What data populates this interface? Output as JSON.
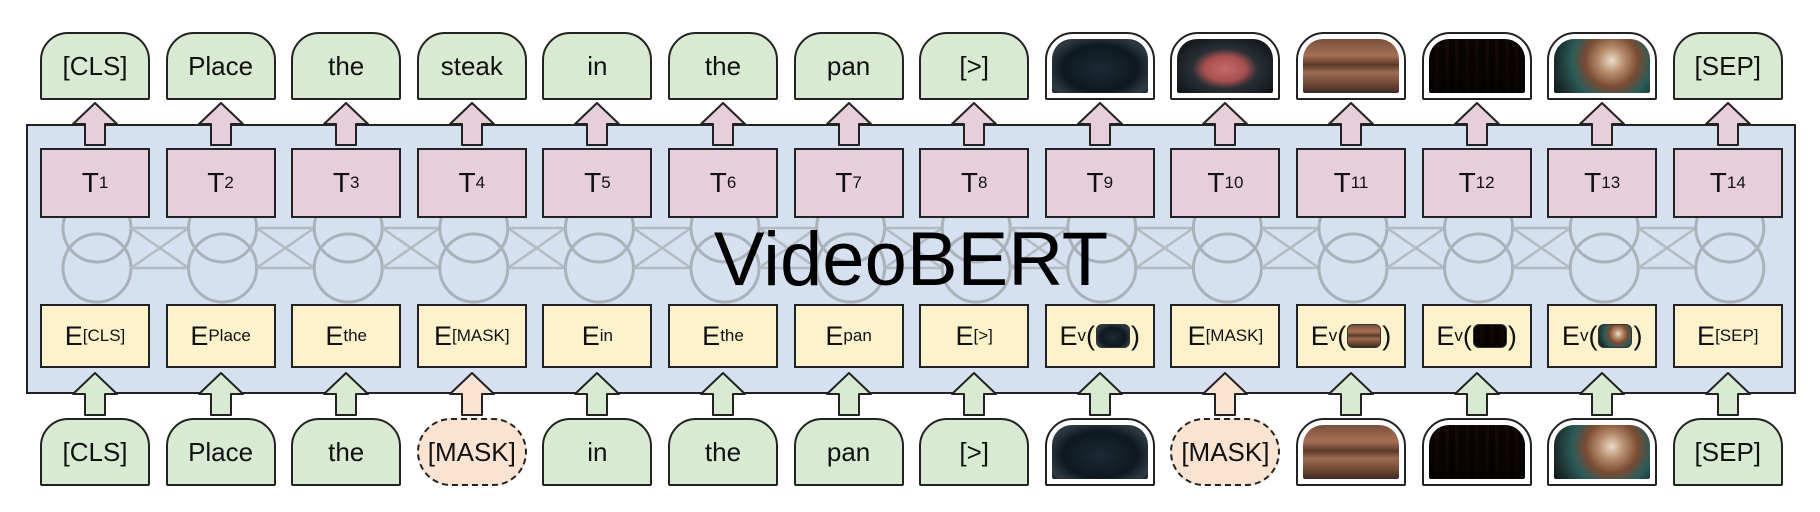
{
  "title": "VideoBERT",
  "colors": {
    "band": "#d5e1f0",
    "text_token": "#d9ead3",
    "output_box": "#e6cfdb",
    "embedding_box": "#fdf2cc",
    "mask_token": "#fbe3d1",
    "arrow_input": "#d9ead3",
    "arrow_mask": "#fbe3d1",
    "arrow_output": "#e6cfdb"
  },
  "columns": [
    {
      "output_token": "[CLS]",
      "output_image": null,
      "t_main": "T",
      "t_sub": "1",
      "e_main": "E",
      "e_sub": "[CLS]",
      "e_image": null,
      "input_token": "[CLS]",
      "input_image": null,
      "input_masked": false
    },
    {
      "output_token": "Place",
      "output_image": null,
      "t_main": "T",
      "t_sub": "2",
      "e_main": "E",
      "e_sub": "Place",
      "e_image": null,
      "input_token": "Place",
      "input_image": null,
      "input_masked": false
    },
    {
      "output_token": "the",
      "output_image": null,
      "t_main": "T",
      "t_sub": "3",
      "e_main": "E",
      "e_sub": "the",
      "e_image": null,
      "input_token": "the",
      "input_image": null,
      "input_masked": false
    },
    {
      "output_token": "steak",
      "output_image": null,
      "t_main": "T",
      "t_sub": "4",
      "e_main": "E",
      "e_sub": "[MASK]",
      "e_image": null,
      "input_token": "[MASK]",
      "input_image": null,
      "input_masked": true
    },
    {
      "output_token": "in",
      "output_image": null,
      "t_main": "T",
      "t_sub": "5",
      "e_main": "E",
      "e_sub": "in",
      "e_image": null,
      "input_token": "in",
      "input_image": null,
      "input_masked": false
    },
    {
      "output_token": "the",
      "output_image": null,
      "t_main": "T",
      "t_sub": "6",
      "e_main": "E",
      "e_sub": "the",
      "e_image": null,
      "input_token": "the",
      "input_image": null,
      "input_masked": false
    },
    {
      "output_token": "pan",
      "output_image": null,
      "t_main": "T",
      "t_sub": "7",
      "e_main": "E",
      "e_sub": "pan",
      "e_image": null,
      "input_token": "pan",
      "input_image": null,
      "input_masked": false
    },
    {
      "output_token": "[>]",
      "output_image": null,
      "t_main": "T",
      "t_sub": "8",
      "e_main": "E",
      "e_sub": "[>]",
      "e_image": null,
      "input_token": "[>]",
      "input_image": null,
      "input_masked": false
    },
    {
      "output_token": "",
      "output_image": "img-pan",
      "t_main": "T",
      "t_sub": "9",
      "e_main": "E",
      "e_sub": "v",
      "e_image": "img-pan",
      "input_token": "",
      "input_image": "img-pan",
      "input_masked": false
    },
    {
      "output_token": "",
      "output_image": "img-steak-pan",
      "t_main": "T",
      "t_sub": "10",
      "e_main": "E",
      "e_sub": "[MASK]",
      "e_image": null,
      "input_token": "[MASK]",
      "input_image": null,
      "input_masked": true
    },
    {
      "output_token": "",
      "output_image": "img-steaks",
      "t_main": "T",
      "t_sub": "11",
      "e_main": "E",
      "e_sub": "v",
      "e_image": "img-steaks",
      "input_token": "",
      "input_image": "img-steaks",
      "input_masked": false
    },
    {
      "output_token": "",
      "output_image": "img-grill",
      "t_main": "T",
      "t_sub": "12",
      "e_main": "E",
      "e_sub": "v",
      "e_image": "img-grill",
      "input_token": "",
      "input_image": "img-grill",
      "input_masked": false
    },
    {
      "output_token": "",
      "output_image": "img-serve",
      "t_main": "T",
      "t_sub": "13",
      "e_main": "E",
      "e_sub": "v",
      "e_image": "img-serve",
      "input_token": "",
      "input_image": "img-serve",
      "input_masked": false
    },
    {
      "output_token": "[SEP]",
      "output_image": null,
      "t_main": "T",
      "t_sub": "14",
      "e_main": "E",
      "e_sub": "[SEP]",
      "e_image": null,
      "input_token": "[SEP]",
      "input_image": null,
      "input_masked": false
    }
  ]
}
